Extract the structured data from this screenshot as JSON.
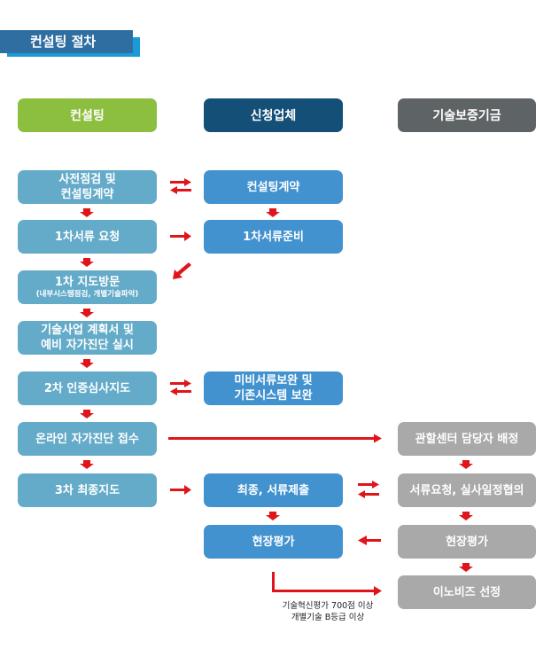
{
  "title": "컨설팅 절차",
  "columns": {
    "consulting": "컨설팅",
    "applicant": "신청업체",
    "guarantee": "기술보증기금"
  },
  "consulting_steps": [
    {
      "line1": "사전점검 및",
      "line2": "컨설팅계약"
    },
    {
      "line1": "1차서류 요청"
    },
    {
      "line1": "1차 지도방문",
      "sub": "(내부시스템점검, 개별기술파악)"
    },
    {
      "line1": "기술사업 계획서 및",
      "line2": "예비 자가진단 실시"
    },
    {
      "line1": "2차 인증심사지도"
    },
    {
      "line1": "온라인 자가진단 접수"
    },
    {
      "line1": "3차 최종지도"
    }
  ],
  "applicant_steps": [
    {
      "line1": "컨설팅계약"
    },
    {
      "line1": "1차서류준비"
    },
    {
      "line1": "미비서류보완 및",
      "line2": "기존시스템 보완"
    },
    {
      "line1": "최종, 서류제출"
    },
    {
      "line1": "현장평가"
    }
  ],
  "guarantee_steps": [
    {
      "line1": "관할센터 담당자 배정"
    },
    {
      "line1": "서류요청, 실사일정협의"
    },
    {
      "line1": "현장평가"
    },
    {
      "line1": "이노비즈 선정"
    }
  ],
  "criteria_note": {
    "line1": "기술혁신평가 700점 이상",
    "line2": "개별기술 B등급 이상"
  },
  "colors": {
    "consulting_header": "#8cbf3f",
    "applicant_header": "#134f76",
    "guarantee_header": "#5e6466",
    "consulting_box": "#64abc9",
    "applicant_box": "#4292d0",
    "guarantee_box": "#a9a9a9",
    "arrow": "#e0141b"
  }
}
